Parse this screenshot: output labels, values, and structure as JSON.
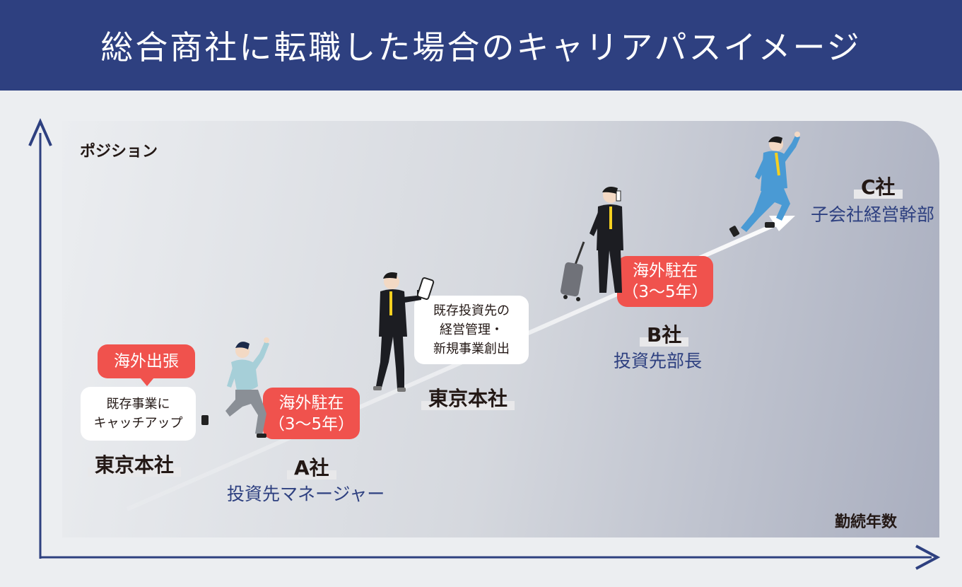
{
  "title": "総合商社に転職した場合のキャリアパスイメージ",
  "axes": {
    "y_label": "ポジション",
    "x_label": "勤続年数"
  },
  "stages": [
    {
      "company": "東京本社",
      "role": "",
      "note_lines": [
        "既存事業に",
        "キャッチアップ"
      ],
      "badge_lines": [
        "海外出張"
      ]
    },
    {
      "company": "A社",
      "role": "投資先マネージャー",
      "badge_lines": [
        "海外駐在",
        "（3〜5年）"
      ]
    },
    {
      "company": "東京本社",
      "role": "",
      "note_lines": [
        "既存投資先の",
        "経営管理・",
        "新規事業創出"
      ]
    },
    {
      "company": "B社",
      "role": "投資先部長",
      "badge_lines": [
        "海外駐在",
        "（3〜5年）"
      ]
    },
    {
      "company": "C社",
      "role": "子会社経営幹部"
    }
  ],
  "colors": {
    "header_bg": "#2e4080",
    "accent_red": "#f0524d",
    "role_text": "#2e4080",
    "axis": "#2e4080"
  },
  "icons": [
    "businessman-running-icon",
    "businessman-tablet-icon",
    "businessman-suitcase-phone-icon",
    "businessman-leaping-icon"
  ]
}
